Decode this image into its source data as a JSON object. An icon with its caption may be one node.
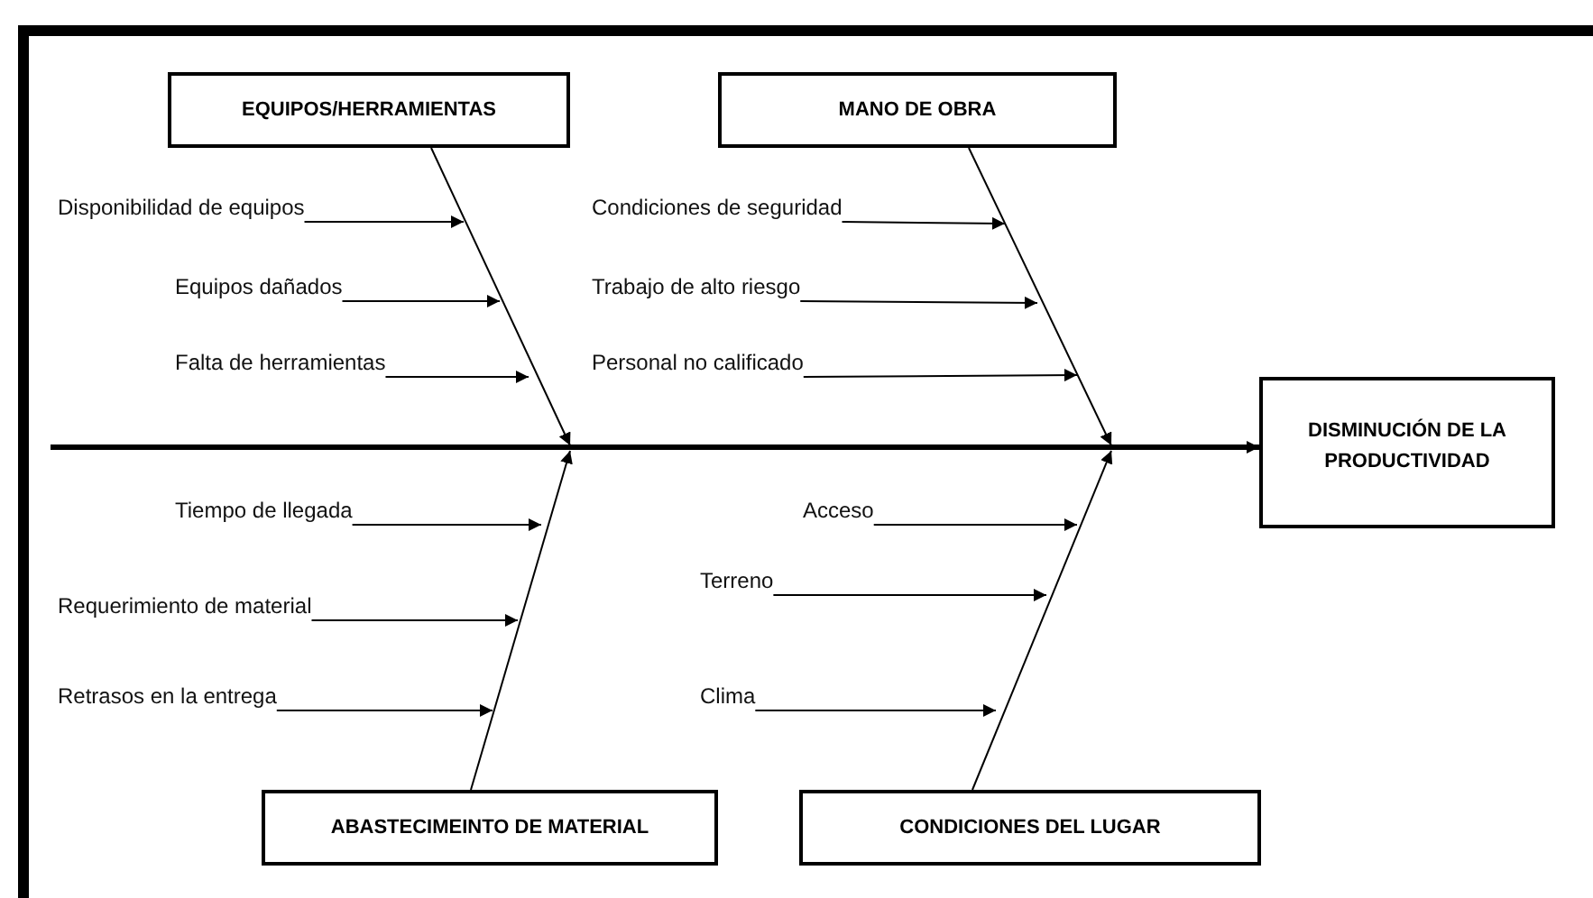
{
  "diagram": {
    "nodes": [
      {
        "text": [
          "EQUIPOS/HERRAMIENTAS"
        ]
      },
      {
        "text": [
          "MANO DE OBRA"
        ]
      },
      {
        "text": [
          "Disponibilidad de equipos"
        ]
      },
      {
        "text": [
          "Condiciones de seguridad"
        ]
      },
      {
        "text": [
          "Equipos dañados"
        ]
      },
      {
        "text": [
          "Trabajo de alto riesgo"
        ]
      },
      {
        "text": [
          "Falta de herramientas"
        ]
      },
      {
        "text": [
          "Personal no calificado"
        ]
      },
      {
        "text": [
          "DISMINUCIÓN DE LA PRODUCTIVIDAD"
        ]
      },
      {
        "text": [
          "Tiempo de llegada"
        ]
      },
      {
        "text": [
          "Acceso"
        ]
      },
      {
        "text": [
          "Terreno"
        ]
      },
      {
        "text": [
          "Requerimiento de material"
        ]
      },
      {
        "text": [
          "Clima"
        ]
      },
      {
        "text": [
          "Retrasos en la entrega"
        ]
      },
      {
        "text": [
          "ABASTECIMEINTO DE MATERIAL"
        ]
      },
      {
        "text": [
          "CONDICIONES DEL LUGAR"
        ]
      }
    ],
    "edges": [
      {
        "from": null,
        "to": 8,
        "arrow": "to",
        "style": "thick"
      },
      {
        "from": 0,
        "to": null,
        "arrow": "to"
      },
      {
        "from": 1,
        "to": null,
        "arrow": "to"
      },
      {
        "from": 15,
        "to": null,
        "arrow": "to"
      },
      {
        "from": 16,
        "to": null,
        "arrow": "to"
      },
      {
        "from": 2,
        "to": null,
        "arrow": "to"
      },
      {
        "from": 4,
        "to": null,
        "arrow": "to"
      },
      {
        "from": 6,
        "to": null,
        "arrow": "to"
      },
      {
        "from": 3,
        "to": null,
        "arrow": "to"
      },
      {
        "from": 5,
        "to": null,
        "arrow": "to"
      },
      {
        "from": 7,
        "to": null,
        "arrow": "to"
      },
      {
        "from": 9,
        "to": null,
        "arrow": "to"
      },
      {
        "from": 12,
        "to": null,
        "arrow": "to"
      },
      {
        "from": 14,
        "to": null,
        "arrow": "to"
      },
      {
        "from": 10,
        "to": null,
        "arrow": "to"
      },
      {
        "from": 11,
        "to": null,
        "arrow": "to"
      },
      {
        "from": 13,
        "to": null,
        "arrow": "to"
      }
    ]
  }
}
